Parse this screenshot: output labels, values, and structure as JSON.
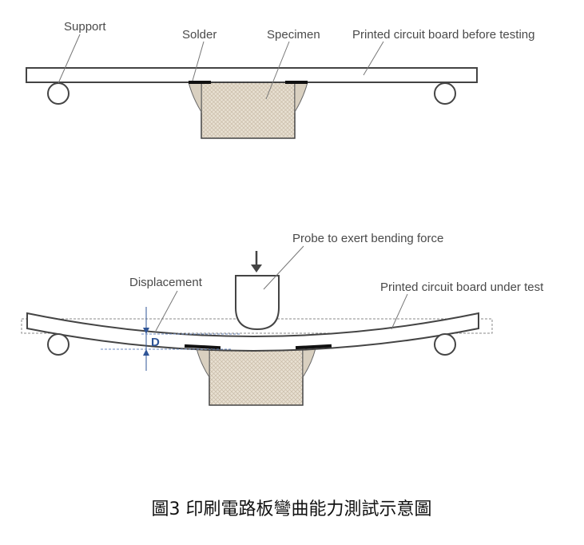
{
  "labels": {
    "support": "Support",
    "solder": "Solder",
    "specimen": "Specimen",
    "pcb_before": "Printed circuit board before testing",
    "probe": "Probe to exert bending force",
    "displacement": "Displacement",
    "pcb_under": "Printed circuit board under test",
    "d_symbol": "D"
  },
  "caption": "圖3 印刷電路板彎曲能力測試示意圖",
  "colors": {
    "outline": "#444444",
    "solder": "#111111",
    "specimen_fill": "#e6ddcf",
    "dimension": "#2f5597",
    "dashed": "#8a8a8a"
  }
}
